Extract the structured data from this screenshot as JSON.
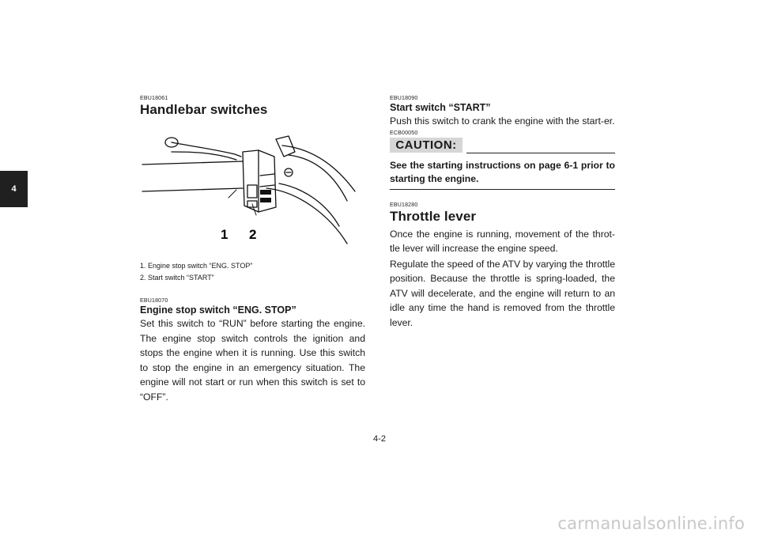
{
  "section_tab": "4",
  "left": {
    "code1": "EBU18061",
    "title": "Handlebar switches",
    "figure": {
      "label1": "1",
      "label2": "2"
    },
    "captions": [
      "1.  Engine stop switch “ENG. STOP”",
      "2.  Start switch “START”"
    ],
    "code2": "EBU18070",
    "stop_heading": "Engine stop switch “ENG. STOP”",
    "stop_body": "Set this switch to “RUN” before starting the engine. The engine stop switch controls the ignition and stops the engine when it is running. Use this switch to stop the engine in an emergency situation. The engine will not start or run when this switch is set to “OFF”."
  },
  "right": {
    "code1": "EBU18090",
    "start_heading": "Start switch “START”",
    "start_body": "Push this switch to crank the engine with the start-er.",
    "caution_code": "ECB00050",
    "caution_label": "CAUTION:",
    "caution_text": "See the starting instructions on page 6-1 prior to starting the engine.",
    "code2": "EBU18280",
    "throttle_title": "Throttle lever",
    "throttle_p1": "Once the engine is running, movement of the throt-tle lever will increase the engine speed.",
    "throttle_p2": "Regulate the speed of the ATV by varying the throttle position. Because the throttle is spring-loaded, the ATV will decelerate, and the engine will return to an idle any time the hand is removed from the throttle lever."
  },
  "page_number": "4-2",
  "watermark": "carmanualsonline.info"
}
